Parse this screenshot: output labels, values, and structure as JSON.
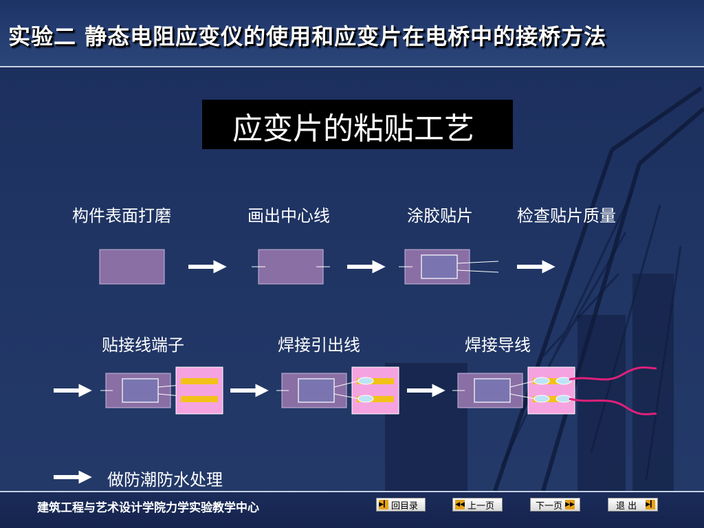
{
  "header": {
    "title": "实验二 静态电阻应变仪的使用和应变片在电桥中的接桥方法"
  },
  "section": {
    "title": "应变片的粘贴工艺"
  },
  "steps_row1": [
    {
      "label": "构件表面打磨"
    },
    {
      "label": "画出中心线"
    },
    {
      "label": "涂胶贴片"
    },
    {
      "label": "检查贴片质量"
    }
  ],
  "steps_row2": [
    {
      "label": "贴接线端子"
    },
    {
      "label": "焊接引出线"
    },
    {
      "label": "焊接导线"
    }
  ],
  "final_step": {
    "label": "做防潮防水处理"
  },
  "footer": {
    "org": "建筑工程与艺术设计学院力学实验教学中心",
    "nav": {
      "menu": "回目录",
      "prev": "上一页",
      "next": "下一页",
      "exit": "退 出"
    }
  },
  "colors": {
    "specimen": "#8a6fa5",
    "terminal": "#f5a3e0",
    "solder_pad": "#f2c21a",
    "lead_wire": "#e0207a",
    "arrow": "#ffffff"
  }
}
